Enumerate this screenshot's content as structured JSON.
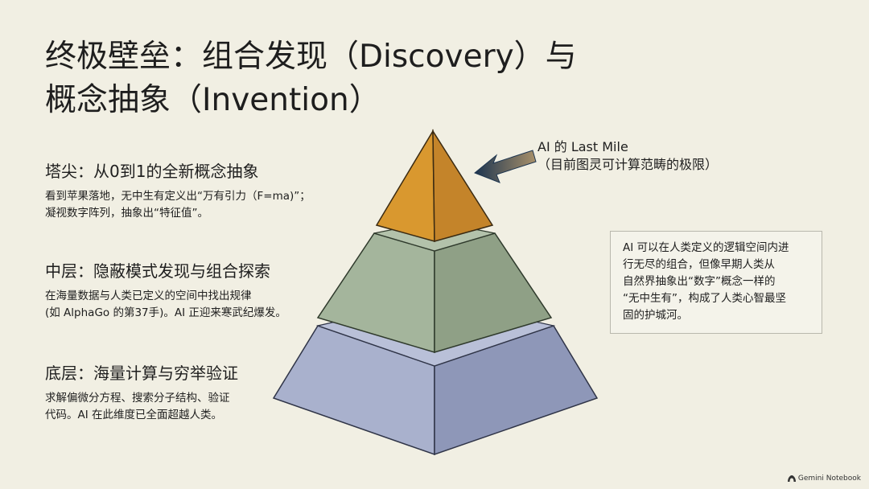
{
  "title": {
    "line1": "终极壁垒：组合发现（Discovery）与",
    "line2": "概念抽象（Invention）"
  },
  "layers": [
    {
      "heading": "塔尖：从0到1的全新概念抽象",
      "desc": [
        "看到苹果落地，无中生有定义出“万有引力（F=ma)”；",
        "凝视数字阵列，抽象出“特征值”。"
      ],
      "color": "#d18d2a"
    },
    {
      "heading": "中层：隐蔽模式发现与组合探索",
      "desc": [
        "在海量数据与人类已定义的空间中找出规律",
        "(如 AlphaGo 的第37手)。AI 正迎来寒武纪爆发。"
      ],
      "color": "#9fb197"
    },
    {
      "heading": "底层：海量计算与穷举验证",
      "desc": [
        "求解偏微分方程、搜索分子结构、验证",
        "代码。AI 在此维度已全面超越人类。"
      ],
      "color": "#a9b1cd"
    }
  ],
  "callout": {
    "line1": "AI 的 Last Mile",
    "line2": "（目前图灵可计算范畴的极限）",
    "arrow_color": "#2f4a66"
  },
  "note": {
    "lines": [
      "AI 可以在人类定义的逻辑空间内进",
      "行无尽的组合，但像早期人类从",
      "自然界抽象出“数字”概念一样的",
      "“无中生有”，构成了人类心智最坚",
      "固的护城河。"
    ]
  },
  "brand": {
    "label": "Gemini Notebook",
    "icon": "gemini-notebook-icon"
  }
}
